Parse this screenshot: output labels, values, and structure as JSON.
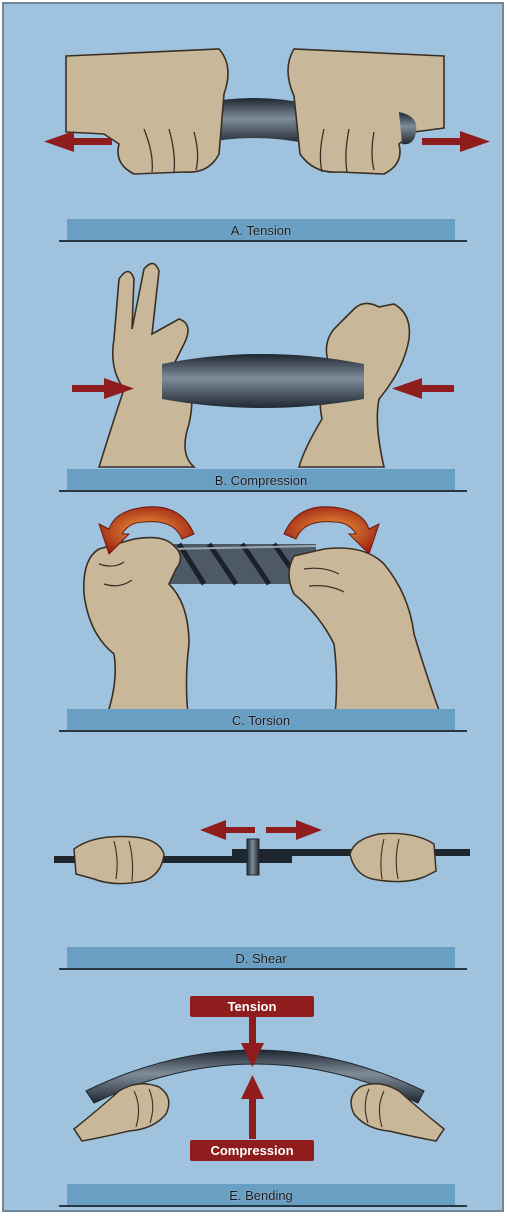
{
  "panels": {
    "tension": {
      "label": "A. Tension"
    },
    "compression": {
      "label": "B. Compression"
    },
    "torsion": {
      "label": "C. Torsion"
    },
    "shear": {
      "label": "D. Shear"
    },
    "bending": {
      "label": "E. Bending",
      "top_force_label": "Tension",
      "bottom_force_label": "Compression"
    }
  },
  "colors": {
    "background": "#9fc3de",
    "label_bar": "#6a9fc4",
    "arrow_red": "#8f1d1d",
    "skin": "#c9b79a",
    "metal": "#3f4a57"
  },
  "icons": [
    "left-arrow-icon",
    "right-arrow-icon",
    "twist-arrow-icon",
    "down-arrow-icon",
    "up-arrow-icon"
  ]
}
